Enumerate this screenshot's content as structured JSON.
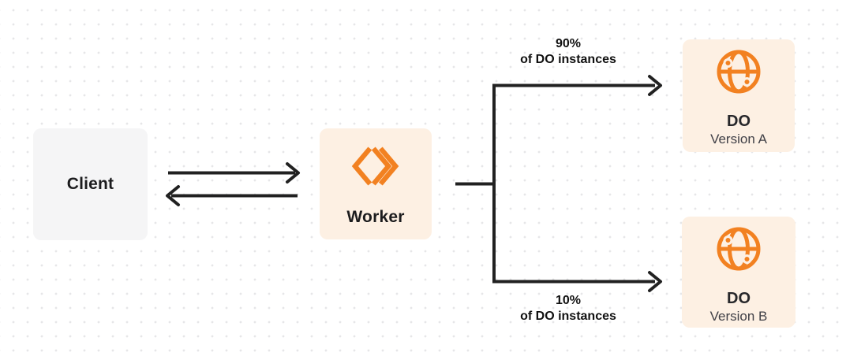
{
  "diagram": {
    "nodes": {
      "client": {
        "label": "Client"
      },
      "worker": {
        "label": "Worker",
        "icon": "cloudflare-workers-icon"
      },
      "do_version_a": {
        "title": "DO",
        "subtitle": "Version A",
        "icon": "globe-icon"
      },
      "do_version_b": {
        "title": "DO",
        "subtitle": "Version B",
        "icon": "globe-icon"
      }
    },
    "edges": {
      "client_to_worker": {
        "type": "arrow-right"
      },
      "worker_to_client": {
        "type": "arrow-left"
      },
      "branch_a": {
        "label_line1": "90%",
        "label_line2": "of DO instances"
      },
      "branch_b": {
        "label_line1": "10%",
        "label_line2": "of DO instances"
      }
    },
    "colors": {
      "accent_orange": "#f28121",
      "node_fill_orange": "#fdf0e3",
      "node_fill_gray": "#f5f5f6",
      "line_color": "#212121",
      "text_primary": "#1c1c1e",
      "text_secondary": "#3f3f46",
      "dot_grid": "#e6e6e8",
      "background": "#ffffff"
    }
  }
}
